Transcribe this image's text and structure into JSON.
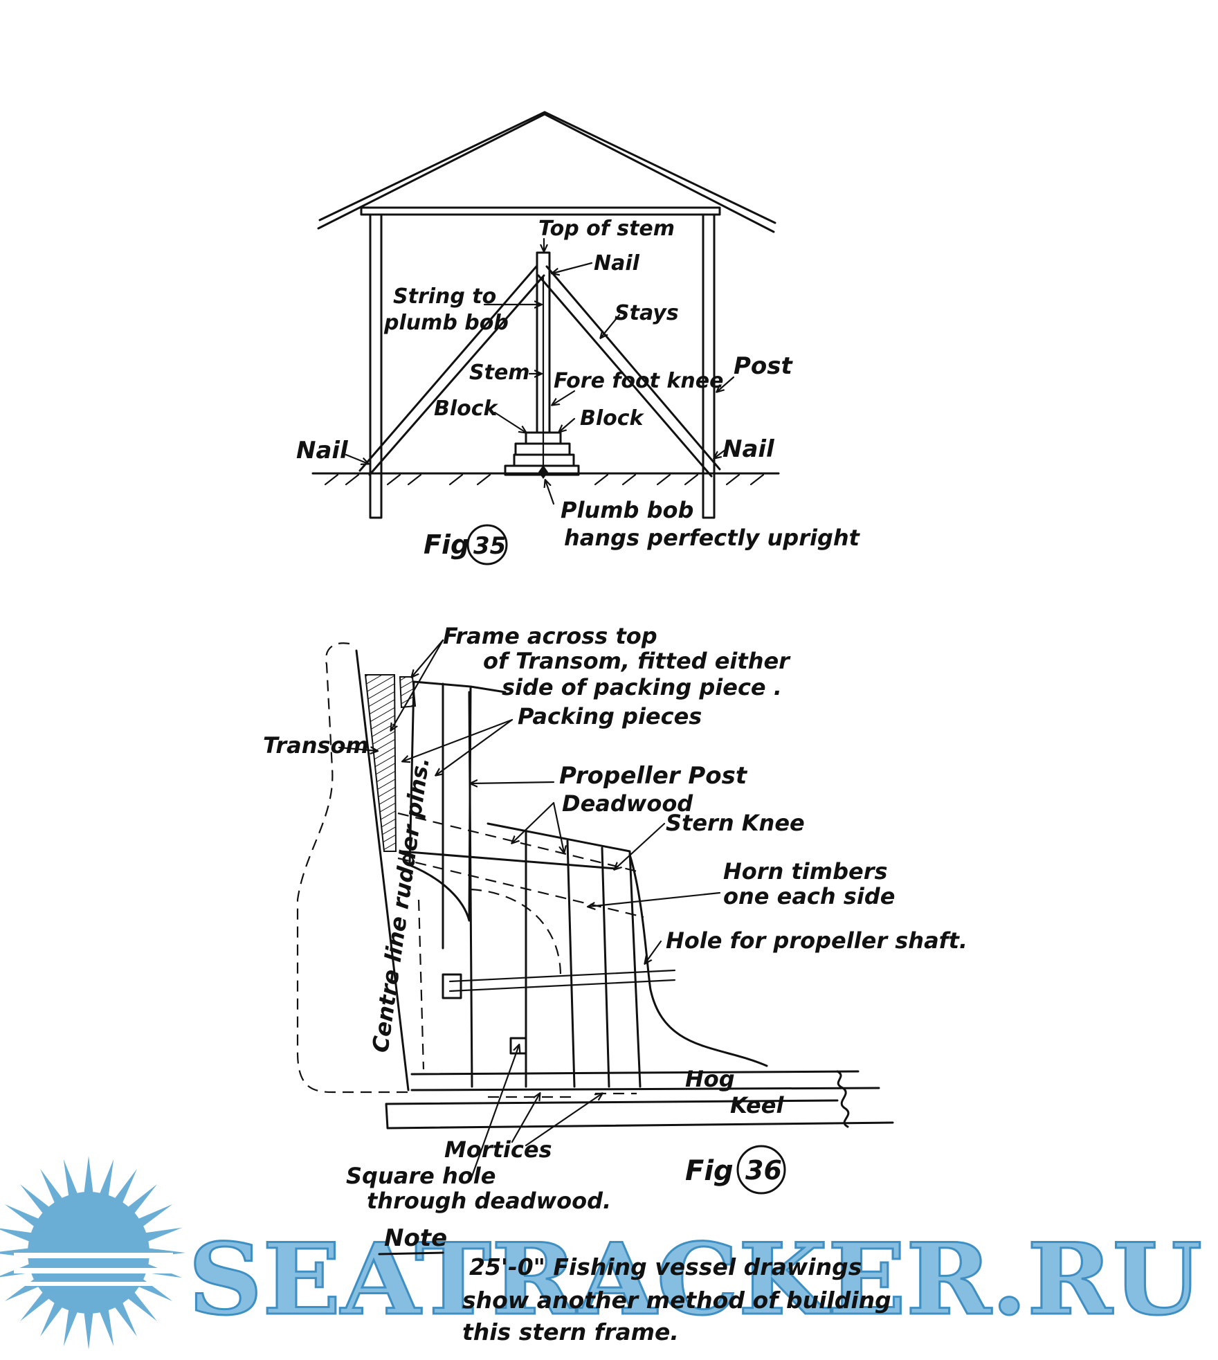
{
  "fig35": {
    "caption": "Fig",
    "number": "35",
    "labels": {
      "top_of_stem": "Top of stem",
      "nail_top": "Nail",
      "string": "String to",
      "plumb_bob": "plumb bob",
      "stays": "Stays",
      "post": "Post",
      "stem": "Stem",
      "fore_foot_knee": "Fore foot knee",
      "block_left": "Block",
      "block_right": "Block",
      "nail_left": "Nail",
      "nail_right": "Nail",
      "plumb_bob_note_1": "Plumb bob",
      "plumb_bob_note_2": "hangs perfectly upright"
    }
  },
  "fig36": {
    "caption": "Fig",
    "number": "36",
    "labels": {
      "frame_1": "Frame across top",
      "frame_2": "of Transom, fitted either",
      "frame_3": "side of packing piece .",
      "packing": "Packing pieces",
      "transom": "Transom",
      "propeller_post": "Propeller Post",
      "deadwood": "Deadwood",
      "stern_knee": "Stern Knee",
      "horn_1": "Horn timbers",
      "horn_2": "one each side",
      "hole_shaft": "Hole for propeller shaft.",
      "centre_line": "Centre line rudder pins.",
      "hog": "Hog",
      "keel": "Keel",
      "mortices": "Mortices",
      "square_1": "Square hole",
      "square_2": "through deadwood."
    }
  },
  "note": {
    "heading": "Note",
    "line1": "25'-0\" Fishing vessel drawings",
    "line2": "show another method of building",
    "line3": "this stern frame."
  },
  "watermark": {
    "text": "SEATRACKER.RU",
    "color": "#6aaed6",
    "icon": "sun-icon"
  }
}
